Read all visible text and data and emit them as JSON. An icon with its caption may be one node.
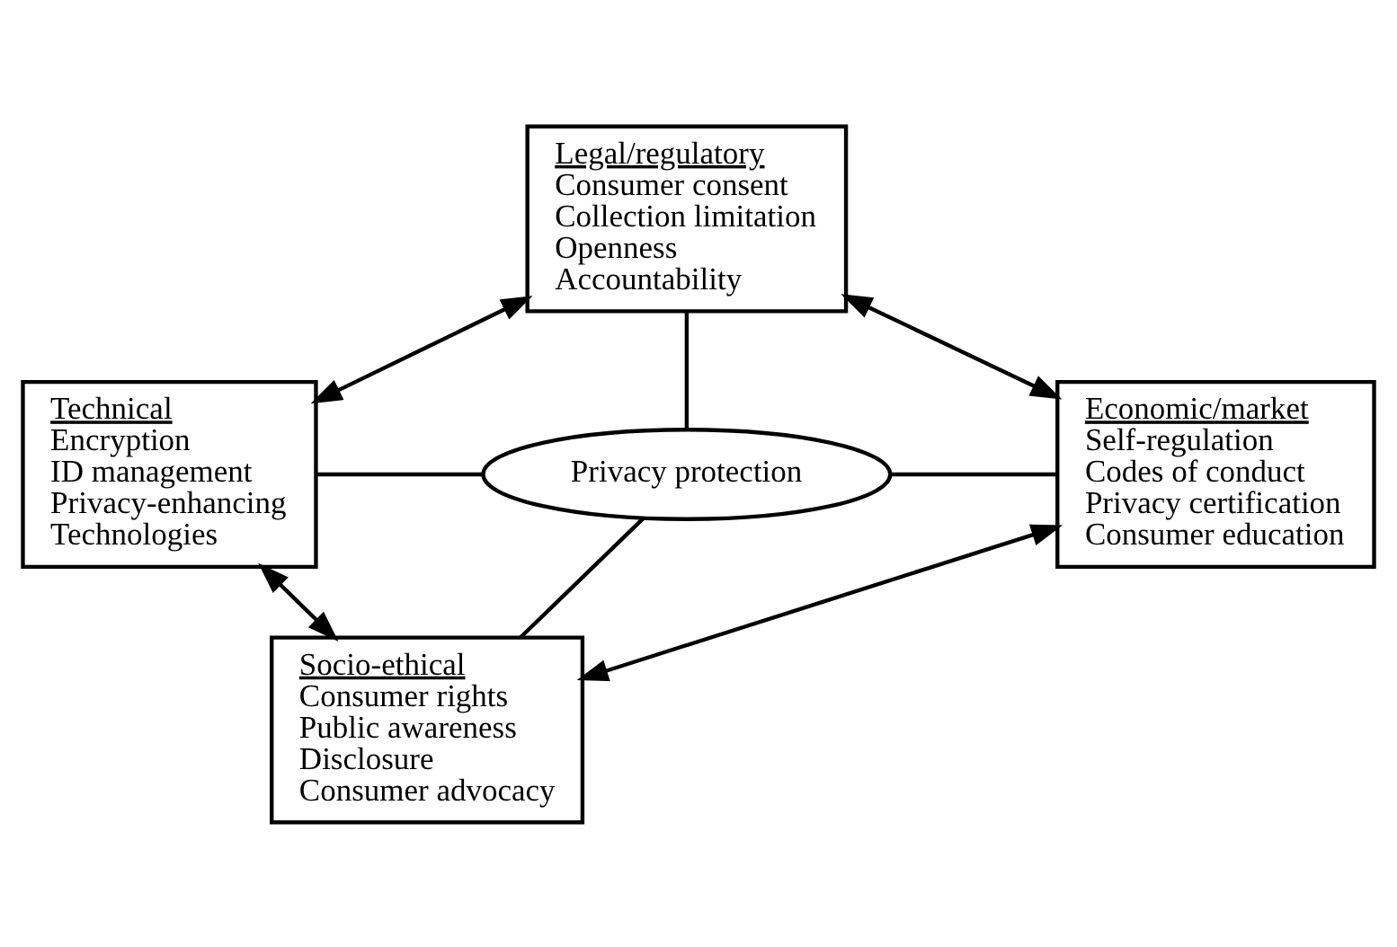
{
  "diagram": {
    "nodes": [
      {
        "text": [
          "Legal/regulatory",
          "Consumer consent",
          "Collection limitation",
          "Openness",
          "Accountability"
        ]
      },
      {
        "text": [
          "Technical",
          "Encryption",
          "ID management",
          "Privacy-enhancing",
          "Technologies"
        ]
      },
      {
        "text": [
          "Privacy protection"
        ]
      },
      {
        "text": [
          "Economic/market",
          "Self-regulation",
          "Codes of conduct",
          "Privacy certification",
          "Consumer education"
        ]
      },
      {
        "text": [
          "Socio-ethical",
          "Consumer rights",
          "Public awareness",
          "Disclosure",
          "Consumer advocacy"
        ]
      }
    ],
    "edges": [
      {
        "from": 0,
        "to": 2,
        "arrow": "none"
      },
      {
        "from": 1,
        "to": 2,
        "arrow": "none"
      },
      {
        "from": 2,
        "to": 3,
        "arrow": "none"
      },
      {
        "from": 2,
        "to": 4,
        "arrow": "none"
      },
      {
        "from": 0,
        "to": 1,
        "arrow": "both"
      },
      {
        "from": 0,
        "to": 3,
        "arrow": "both"
      },
      {
        "from": 1,
        "to": 4,
        "arrow": "both"
      },
      {
        "from": 4,
        "to": 3,
        "arrow": "both"
      }
    ]
  }
}
